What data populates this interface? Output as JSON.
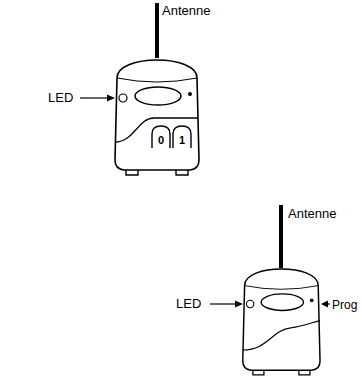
{
  "diagram": {
    "labels": [
      "Antenne",
      "LED",
      "0",
      "1",
      "Antenne",
      "LED",
      "Prog"
    ]
  }
}
